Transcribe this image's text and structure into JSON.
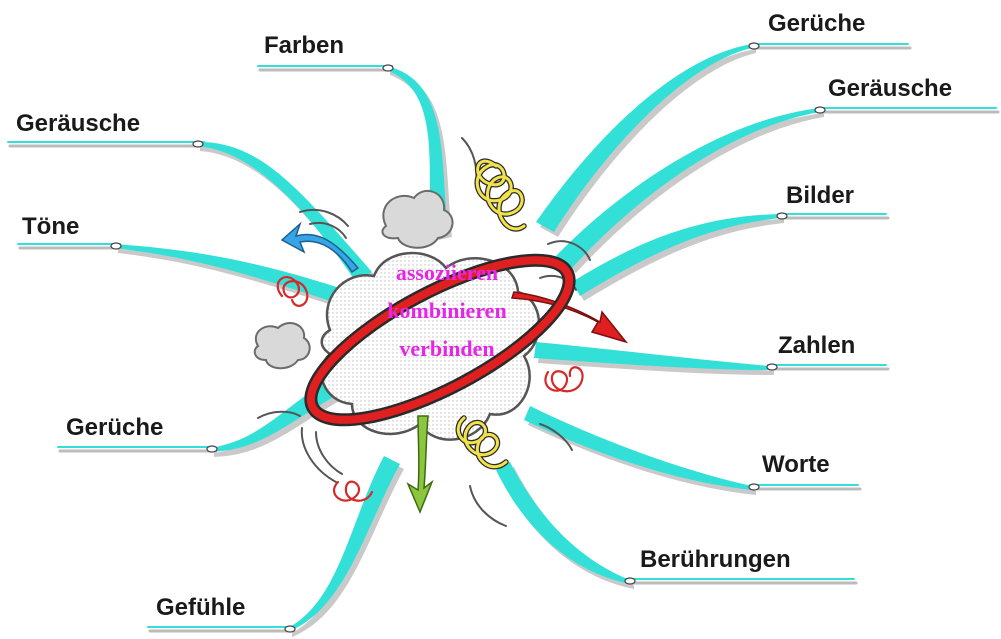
{
  "center": {
    "lines": [
      "assoziieren",
      "kombinieren",
      "verbinden"
    ]
  },
  "branches": {
    "farben": "Farben",
    "geraeusche_left": "Geräusche",
    "toene": "Töne",
    "gerueche_left": "Gerüche",
    "gefuehle": "Gefühle",
    "gerueche_right": "Gerüche",
    "geraeusche_right": "Geräusche",
    "bilder": "Bilder",
    "zahlen": "Zahlen",
    "worte": "Worte",
    "beruehrungen": "Berührungen"
  },
  "colors": {
    "branch": "#33e0d8",
    "center_text": "#e626e6",
    "ring": "#e02020",
    "label": "#1a1a1a"
  }
}
